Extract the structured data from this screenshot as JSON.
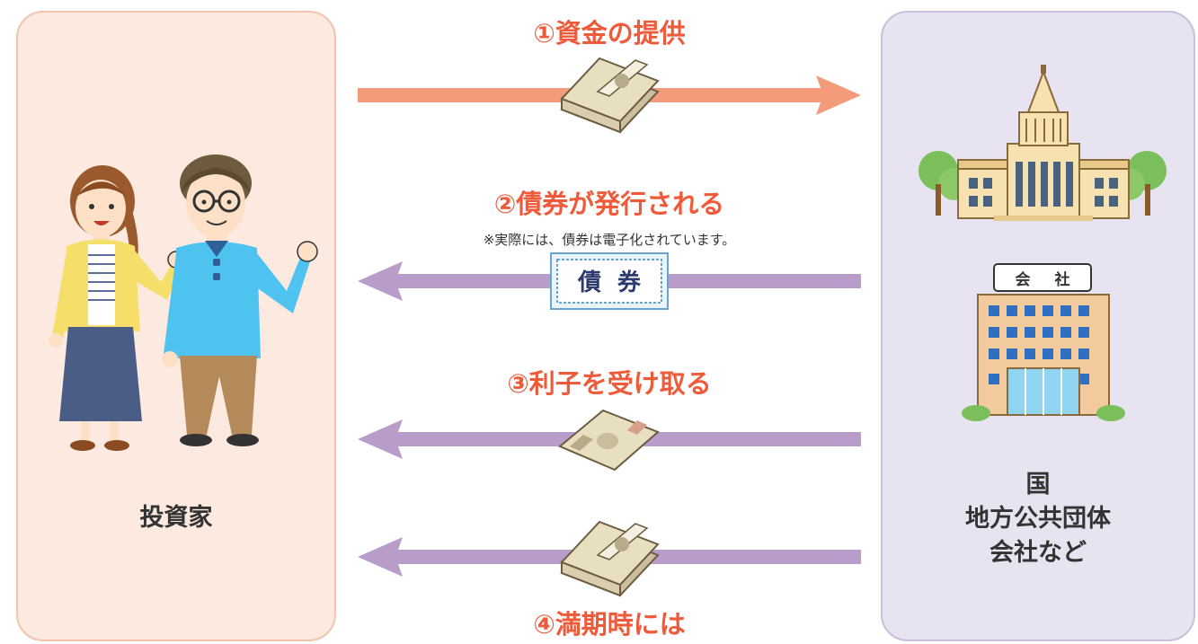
{
  "investor": {
    "label": "投資家"
  },
  "issuer": {
    "lines": [
      "国",
      "地方公共団体",
      "会社など"
    ],
    "company_sign": [
      "会",
      "社"
    ]
  },
  "steps": [
    {
      "label": "①資金の提供",
      "direction": "right",
      "icon": "money-bundle-icon"
    },
    {
      "label": "②債券が発行される",
      "note": "※実際には、債券は電子化されています。",
      "direction": "left",
      "icon": "bond-certificate-icon",
      "certificate_text": [
        "債",
        "券"
      ]
    },
    {
      "label": "③利子を受け取る",
      "direction": "left",
      "icon": "banknote-icon"
    },
    {
      "label": "④満期時には",
      "direction": "left",
      "icon": "money-bundle-icon"
    }
  ],
  "colors": {
    "investor_bg": "#fce9df",
    "issuer_bg": "#e8e3f0",
    "right_arrow": "#f49b7c",
    "left_arrow": "#b89cc9",
    "step_text": "#ef5a3a"
  }
}
